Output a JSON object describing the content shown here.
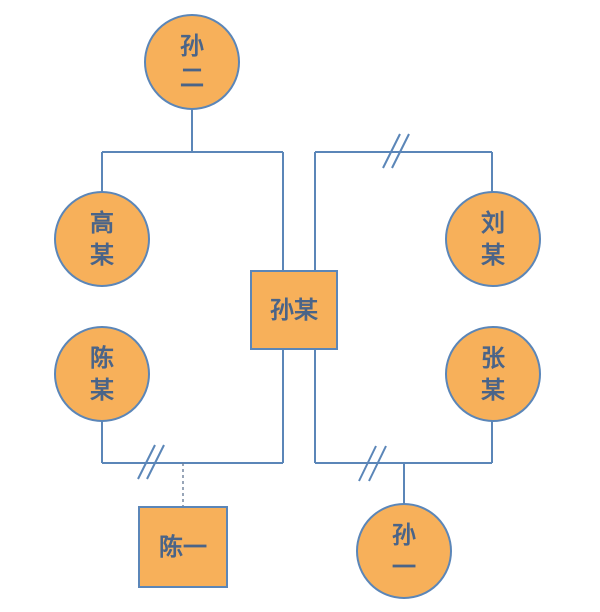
{
  "nodes": {
    "sun_er": "孙\n二",
    "gao": "高\n某",
    "chen": "陈\n某",
    "sun_mou": "孙某",
    "liu": "刘\n某",
    "zhang": "张\n某",
    "chen_yi": "陈一",
    "sun_yi": "孙\n一"
  },
  "colors": {
    "node_fill": "#f7b05a",
    "line": "#5b86b8",
    "text": "#4a6488"
  }
}
